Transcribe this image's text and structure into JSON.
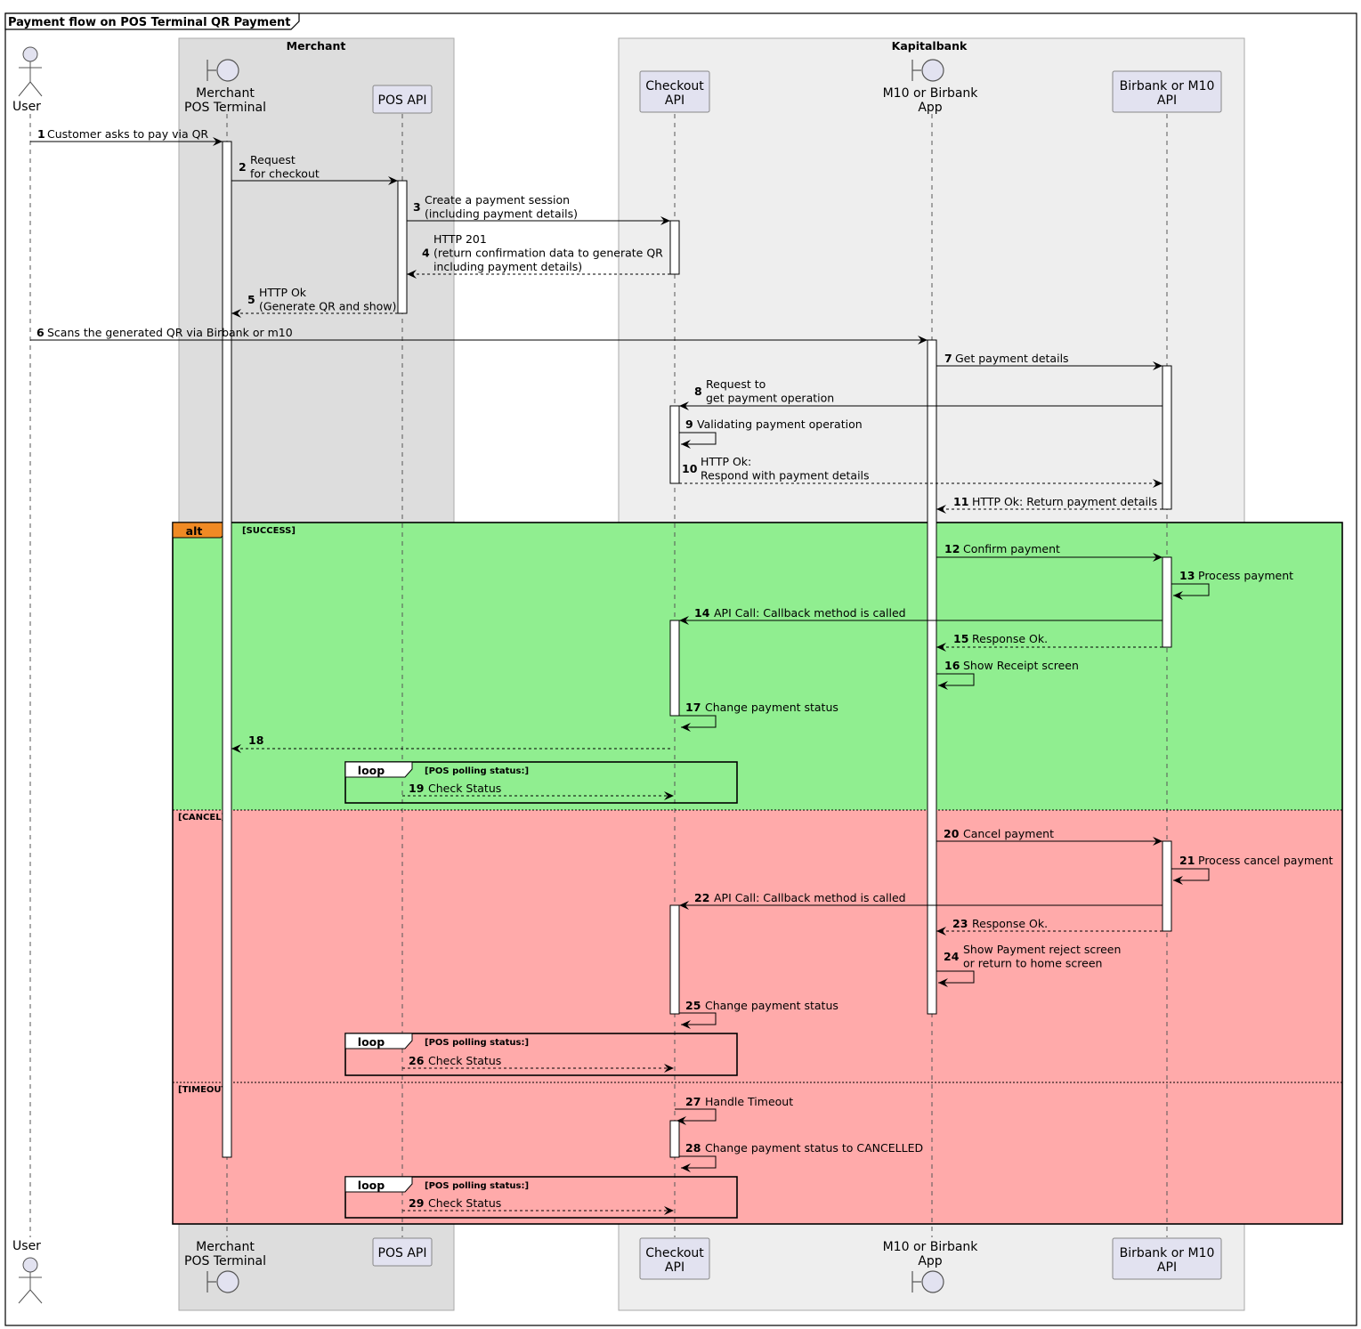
{
  "title": "Payment flow on POS Terminal QR Payment",
  "groups": [
    {
      "name": "Merchant"
    },
    {
      "name": "Kapitalbank"
    }
  ],
  "participants": [
    {
      "id": "user",
      "kind": "actor",
      "lines": [
        "User"
      ]
    },
    {
      "id": "pos",
      "kind": "boundary",
      "lines": [
        "Merchant",
        "POS Terminal"
      ]
    },
    {
      "id": "posapi",
      "kind": "participant",
      "lines": [
        "POS API"
      ]
    },
    {
      "id": "checkout",
      "kind": "participant",
      "lines": [
        "Checkout",
        "API"
      ]
    },
    {
      "id": "app",
      "kind": "boundary",
      "lines": [
        "M10 or Birbank",
        "App"
      ]
    },
    {
      "id": "bapi",
      "kind": "participant",
      "lines": [
        "Birbank or M10",
        "API"
      ]
    }
  ],
  "fragments": [
    {
      "type": "alt",
      "label": "alt",
      "color": "#90EE90",
      "sections": [
        {
          "guard": "[SUCCESS]",
          "color": "#90EE90"
        },
        {
          "guard": "[CANCEL]",
          "color": "#FFAAAA"
        },
        {
          "guard": "[TIMEOUT]",
          "color": "#FFAAAA"
        }
      ]
    },
    {
      "type": "loop",
      "label": "loop",
      "guard": "[POS polling status:]"
    },
    {
      "type": "loop",
      "label": "loop",
      "guard": "[POS polling status:]"
    },
    {
      "type": "loop",
      "label": "loop",
      "guard": "[POS polling status:]"
    }
  ],
  "messages": [
    {
      "n": "1",
      "lines": [
        "Customer asks to pay via QR"
      ],
      "from": "user",
      "to": "pos",
      "dashed": false
    },
    {
      "n": "2",
      "lines": [
        "Request",
        "for checkout"
      ],
      "from": "pos",
      "to": "posapi",
      "dashed": false
    },
    {
      "n": "3",
      "lines": [
        "Create a payment session",
        "(including payment details)"
      ],
      "from": "posapi",
      "to": "checkout",
      "dashed": false
    },
    {
      "n": "4",
      "lines": [
        "HTTP 201",
        "(return confirmation data to generate QR",
        "including payment details)"
      ],
      "from": "checkout",
      "to": "posapi",
      "dashed": true
    },
    {
      "n": "5",
      "lines": [
        "HTTP Ok",
        "(Generate QR and show)"
      ],
      "from": "posapi",
      "to": "pos",
      "dashed": true
    },
    {
      "n": "6",
      "lines": [
        "Scans the generated QR via Birbank or m10"
      ],
      "from": "user",
      "to": "app",
      "dashed": false
    },
    {
      "n": "7",
      "lines": [
        "Get payment details"
      ],
      "from": "app",
      "to": "bapi",
      "dashed": false
    },
    {
      "n": "8",
      "lines": [
        "Request to",
        "get payment operation"
      ],
      "from": "bapi",
      "to": "checkout",
      "dashed": false
    },
    {
      "n": "9",
      "lines": [
        "Validating payment operation"
      ],
      "from": "checkout",
      "to": "checkout",
      "dashed": false
    },
    {
      "n": "10",
      "lines": [
        "HTTP Ok:",
        "Respond with payment details"
      ],
      "from": "checkout",
      "to": "bapi",
      "dashed": true
    },
    {
      "n": "11",
      "lines": [
        "HTTP Ok: Return payment details"
      ],
      "from": "bapi",
      "to": "app",
      "dashed": true
    },
    {
      "n": "12",
      "lines": [
        "Confirm payment"
      ],
      "from": "app",
      "to": "bapi",
      "dashed": false
    },
    {
      "n": "13",
      "lines": [
        "Process payment"
      ],
      "from": "bapi",
      "to": "bapi",
      "dashed": false
    },
    {
      "n": "14",
      "lines": [
        "API Call: Callback method is called"
      ],
      "from": "bapi",
      "to": "checkout",
      "dashed": false
    },
    {
      "n": "15",
      "lines": [
        "Response Ok."
      ],
      "from": "bapi",
      "to": "app",
      "dashed": true
    },
    {
      "n": "16",
      "lines": [
        "Show Receipt screen"
      ],
      "from": "app",
      "to": "app",
      "dashed": false
    },
    {
      "n": "17",
      "lines": [
        "Change payment status"
      ],
      "from": "checkout",
      "to": "checkout",
      "dashed": false
    },
    {
      "n": "18",
      "lines": [
        ""
      ],
      "from": "checkout",
      "to": "pos",
      "dashed": true
    },
    {
      "n": "19",
      "lines": [
        "Check Status"
      ],
      "from": "posapi",
      "to": "checkout",
      "dashed": true
    },
    {
      "n": "20",
      "lines": [
        "Cancel payment"
      ],
      "from": "app",
      "to": "bapi",
      "dashed": false
    },
    {
      "n": "21",
      "lines": [
        "Process cancel payment"
      ],
      "from": "bapi",
      "to": "bapi",
      "dashed": false
    },
    {
      "n": "22",
      "lines": [
        "API Call: Callback method is called"
      ],
      "from": "bapi",
      "to": "checkout",
      "dashed": false
    },
    {
      "n": "23",
      "lines": [
        "Response Ok."
      ],
      "from": "bapi",
      "to": "app",
      "dashed": true
    },
    {
      "n": "24",
      "lines": [
        "Show Payment reject screen",
        "or return to home screen"
      ],
      "from": "app",
      "to": "app",
      "dashed": false
    },
    {
      "n": "25",
      "lines": [
        "Change payment status"
      ],
      "from": "checkout",
      "to": "checkout",
      "dashed": false
    },
    {
      "n": "26",
      "lines": [
        "Check Status"
      ],
      "from": "posapi",
      "to": "checkout",
      "dashed": true
    },
    {
      "n": "27",
      "lines": [
        "Handle Timeout"
      ],
      "from": "checkout",
      "to": "checkout",
      "dashed": false
    },
    {
      "n": "28",
      "lines": [
        "Change payment status to CANCELLED"
      ],
      "from": "checkout",
      "to": "checkout",
      "dashed": false
    },
    {
      "n": "29",
      "lines": [
        "Check Status"
      ],
      "from": "posapi",
      "to": "checkout",
      "dashed": true
    }
  ]
}
